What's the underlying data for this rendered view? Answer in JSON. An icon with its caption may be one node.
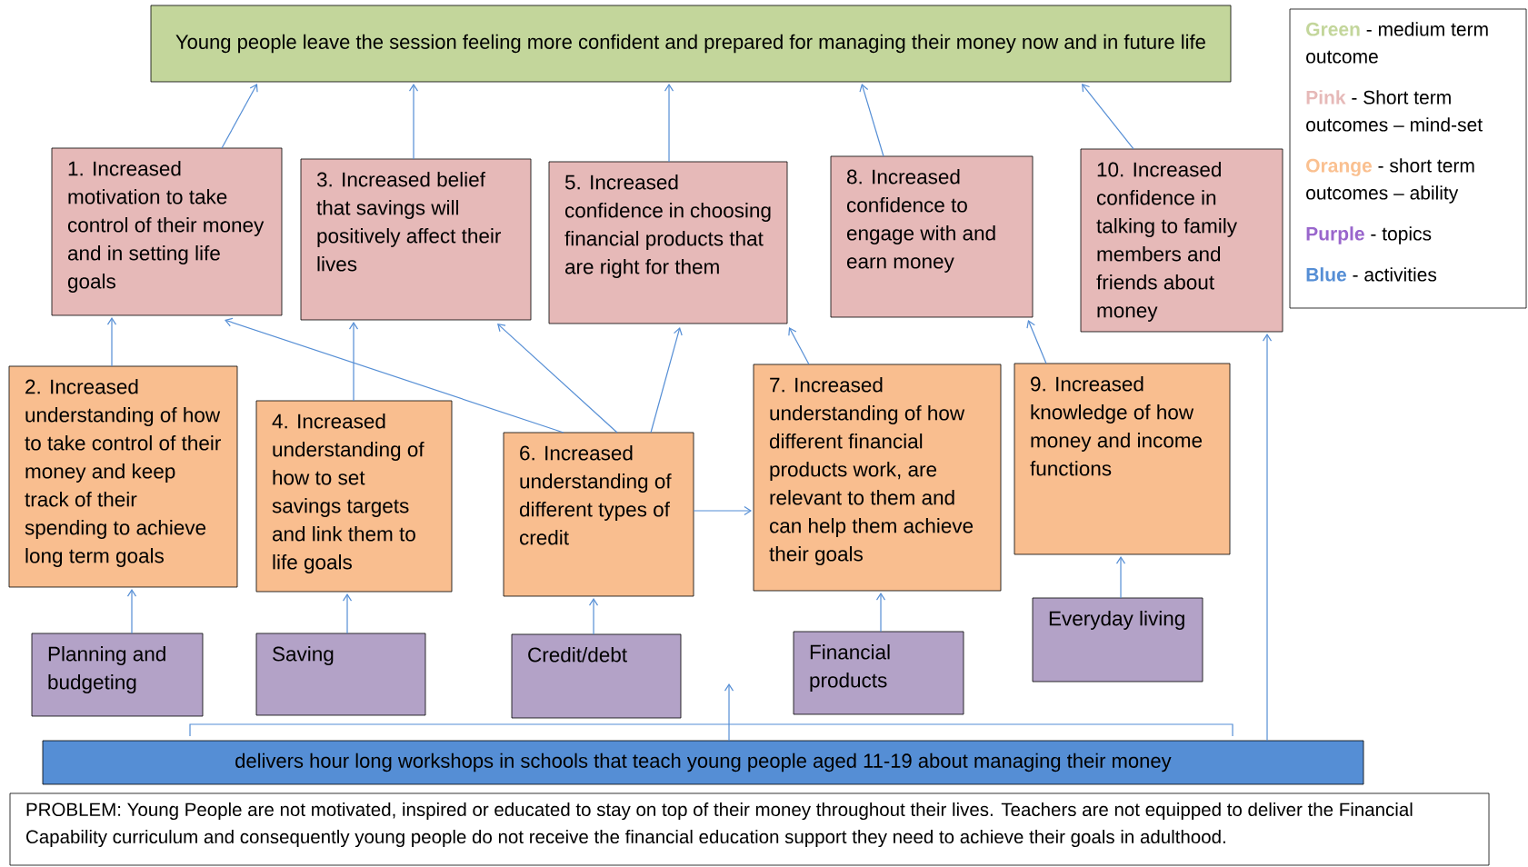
{
  "diagram": {
    "nodes": [
      {
        "text": [
          "Young people leave the session feeling more confident and prepared for managing their money now and in future life"
        ]
      },
      {
        "text": [
          "1. Increased motivation to take control of their money and in setting life goals"
        ]
      },
      {
        "text": [
          "3. Increased belief that savings will positively affect their lives"
        ]
      },
      {
        "text": [
          "5. Increased confidence in choosing financial products that are right for them"
        ]
      },
      {
        "text": [
          "8. Increased confidence to engage with and earn money"
        ]
      },
      {
        "text": [
          "10. Increased confidence in talking to family members and friends about money"
        ]
      },
      {
        "text": [
          "2. Increased understanding of how to take control of their money and keep track of their spending to achieve long term goals"
        ]
      },
      {
        "text": [
          "4. Increased understanding of how to set savings targets and link them to life goals"
        ]
      },
      {
        "text": [
          "6. Increased understanding of different types of credit"
        ]
      },
      {
        "text": [
          "7. Increased understanding of how different financial products work, are relevant to them and can help them achieve their goals"
        ]
      },
      {
        "text": [
          "9. Increased knowledge of how money and income functions"
        ]
      },
      {
        "text": [
          "Planning and budgeting"
        ]
      },
      {
        "text": [
          "Saving"
        ]
      },
      {
        "text": [
          "Credit/debt"
        ]
      },
      {
        "text": [
          "Financial products"
        ]
      },
      {
        "text": [
          "Everyday living"
        ]
      },
      {
        "text": [
          "delivers hour long workshops in schools that teach young people aged 11-19 about managing their money"
        ]
      },
      {
        "text": [
          "PROBLEM: Young People are not motivated, inspired or educated to stay on top of their money throughout their lives. Teachers are not equipped to deliver the Financial Capability curriculum and consequently young people do not receive the financial education support they need to achieve their goals in adulthood."
        ]
      }
    ],
    "edges": [
      {
        "from": 1,
        "to": 0,
        "arrow": "to"
      },
      {
        "from": 2,
        "to": 0,
        "arrow": "to"
      },
      {
        "from": 3,
        "to": 0,
        "arrow": "to"
      },
      {
        "from": 4,
        "to": 0,
        "arrow": "to"
      },
      {
        "from": 5,
        "to": 0,
        "arrow": "to"
      },
      {
        "from": 6,
        "to": 1,
        "arrow": "to"
      },
      {
        "from": 7,
        "to": 2,
        "arrow": "to"
      },
      {
        "from": 8,
        "to": 1,
        "arrow": "to"
      },
      {
        "from": 8,
        "to": 2,
        "arrow": "to"
      },
      {
        "from": 8,
        "to": 3,
        "arrow": "to"
      },
      {
        "from": 8,
        "to": 9,
        "arrow": "to"
      },
      {
        "from": 9,
        "to": 3,
        "arrow": "to"
      },
      {
        "from": 10,
        "to": 4,
        "arrow": "to"
      },
      {
        "from": 11,
        "to": 6,
        "arrow": "to"
      },
      {
        "from": 12,
        "to": 7,
        "arrow": "to"
      },
      {
        "from": 13,
        "to": 8,
        "arrow": "to"
      },
      {
        "from": 14,
        "to": 9,
        "arrow": "to"
      },
      {
        "from": 15,
        "to": 10,
        "arrow": "to"
      },
      {
        "from": 16,
        "to": 5,
        "arrow": "to"
      },
      {
        "from": 16,
        "to": null,
        "arrow": "to"
      }
    ],
    "labels": [
      "Green",
      "Pink",
      "Orange",
      "Purple",
      "Blue"
    ],
    "legend": [
      {
        "text": "- medium term outcome",
        "color": "#c3d69b"
      },
      {
        "text": "- Short term outcomes – mind-set",
        "color": "#e6b9b8"
      },
      {
        "text": "- short term outcomes – ability",
        "color": "#fac090"
      },
      {
        "text": "- topics",
        "color": "#9966cc"
      },
      {
        "text": "- activities",
        "color": "#558ed5"
      }
    ]
  }
}
